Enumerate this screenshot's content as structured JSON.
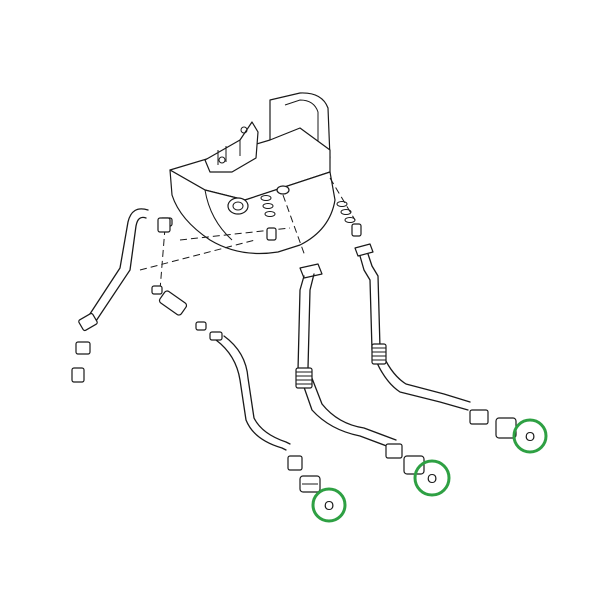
{
  "colors": {
    "line": "#1a1a1a",
    "background": "#ffffff",
    "highlight": "#2ea043"
  },
  "highlighted_parts": [
    {
      "id": "oring-left",
      "label": "O"
    },
    {
      "id": "oring-middle",
      "label": "O"
    },
    {
      "id": "oring-right",
      "label": "O"
    }
  ]
}
